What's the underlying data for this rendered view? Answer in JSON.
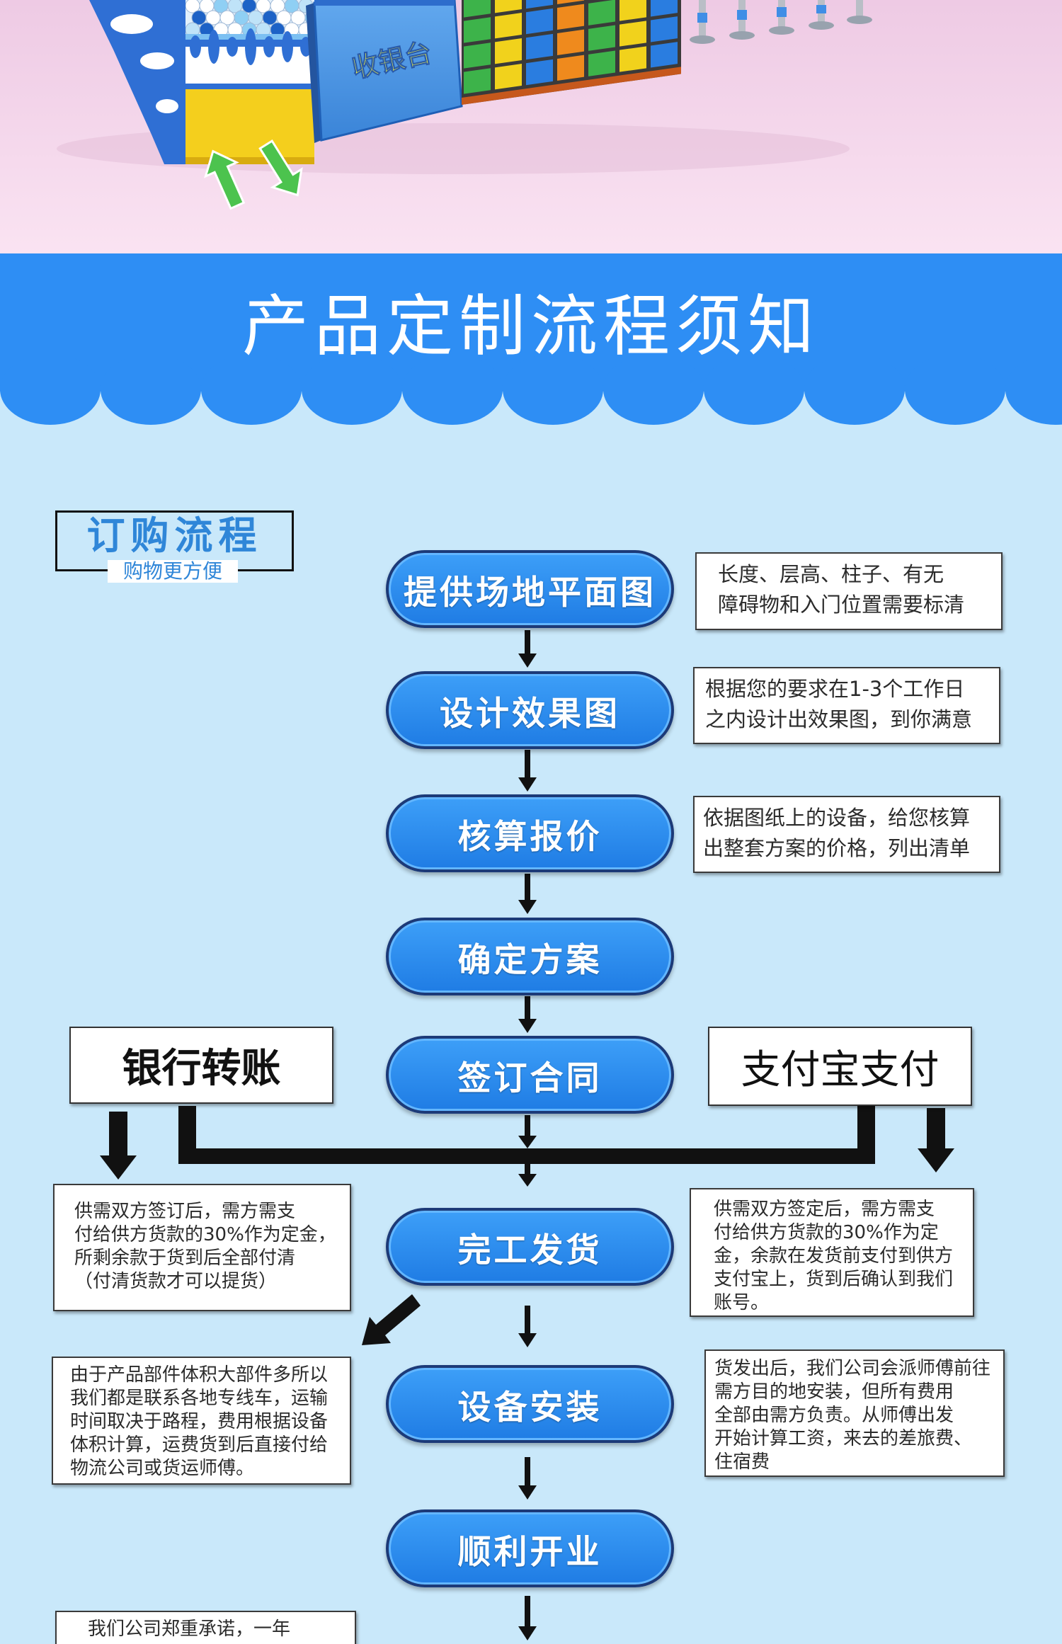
{
  "top_render": {
    "cashier_sign": "收银台"
  },
  "banner": {
    "title": "产品定制流程须知"
  },
  "section_label": {
    "title": "订购流程",
    "subtitle": "购物更方便"
  },
  "steps": [
    {
      "label": "提供场地平面图"
    },
    {
      "label": "设计效果图"
    },
    {
      "label": "核算报价"
    },
    {
      "label": "确定方案"
    },
    {
      "label": "签订合同"
    },
    {
      "label": "完工发货"
    },
    {
      "label": "设备安装"
    },
    {
      "label": "顺利开业"
    }
  ],
  "step_notes": {
    "site_plan": [
      "长度、层高、柱子、有无",
      "障碍物和入门位置需要标清"
    ],
    "design": [
      "根据您的要求在1-3个工作日",
      "之内设计出效果图，到你满意"
    ],
    "quote": [
      "依据图纸上的设备，给您核算",
      "出整套方案的价格，列出清单"
    ]
  },
  "payment": {
    "bank_transfer": {
      "label": "银行转账",
      "note": [
        "供需双方签订后，需方需支",
        "付给供方货款的30%作为定金，",
        "所剩余款于货到后全部付清",
        "（付清货款才可以提货）"
      ]
    },
    "alipay": {
      "label": "支付宝支付",
      "note": [
        "供需双方签定后，需方需支",
        "付给供方货款的30%作为定",
        "金，余款在发货前支付到供方",
        "支付宝上，货到后确认到我们",
        "账号。"
      ]
    }
  },
  "shipping_note": [
    "由于产品部件体积大部件多所以",
    "我们都是联系各地专线车，运输",
    "时间取决于路程，费用根据设备",
    "体积计算，运费货到后直接付给",
    "物流公司或货运师傅。"
  ],
  "installation_note": [
    "货发出后，我们公司会派师傅前往",
    "需方目的地安装，但所有费用",
    "全部由需方负责。从师傅出发",
    "开始计算工资，来去的差旅费、",
    "住宿费"
  ],
  "promise_note": [
    "我们公司郑重承诺，一年"
  ],
  "colors": {
    "render_pink": "#f3d4ea",
    "banner_blue": "#2e8ef4",
    "page_background": "#c9e8fa",
    "step_fill": "#2584ec",
    "step_border": "#1c3a78",
    "label_blue": "#2f86d8",
    "arrow": "#111111"
  }
}
